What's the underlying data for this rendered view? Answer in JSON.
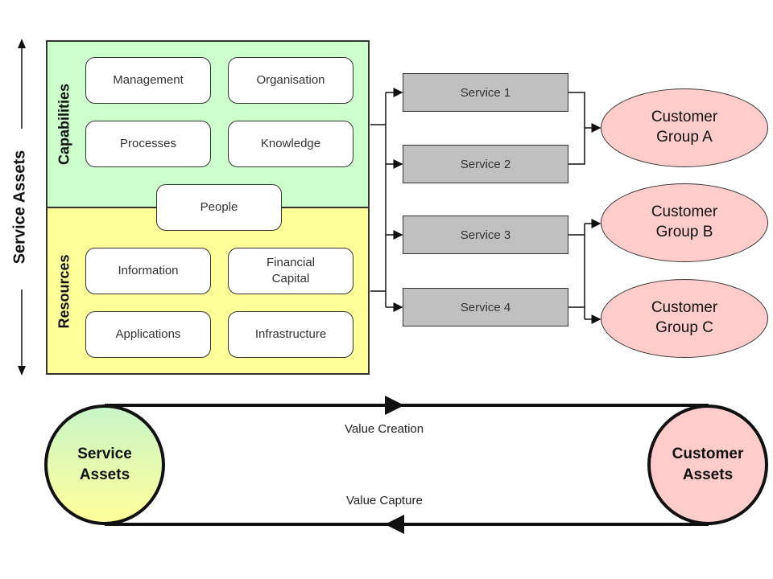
{
  "side_axis": {
    "label": "Service Assets"
  },
  "capabilities": {
    "label": "Capabilities",
    "color": "#ccffcc",
    "items": [
      "Management",
      "Organisation",
      "Processes",
      "Knowledge"
    ]
  },
  "shared": {
    "label": "People"
  },
  "resources": {
    "label": "Resources",
    "color": "#ffff99",
    "items": [
      "Information",
      "Financial\nCapital",
      "Applications",
      "Infrastructure"
    ]
  },
  "services": [
    {
      "label": "Service 1"
    },
    {
      "label": "Service 2"
    },
    {
      "label": "Service 3"
    },
    {
      "label": "Service 4"
    }
  ],
  "customer_groups": [
    {
      "label": "Customer\nGroup A",
      "from": [
        "Service 1",
        "Service 2"
      ]
    },
    {
      "label": "Customer\nGroup B",
      "from": [
        "Service 3",
        "Service 4"
      ]
    },
    {
      "label": "Customer\nGroup C",
      "from": [
        "Service 3",
        "Service 4"
      ]
    }
  ],
  "cycle": {
    "left_node": "Service\nAssets",
    "right_node": "Customer\nAssets",
    "top_flow": "Value Creation",
    "bottom_flow": "Value Capture",
    "left_color": "#ffff99",
    "right_color": "#ffcccc"
  },
  "colors": {
    "service_fill": "#c0c0c0",
    "group_fill": "#ffcccc",
    "line": "#111111"
  }
}
